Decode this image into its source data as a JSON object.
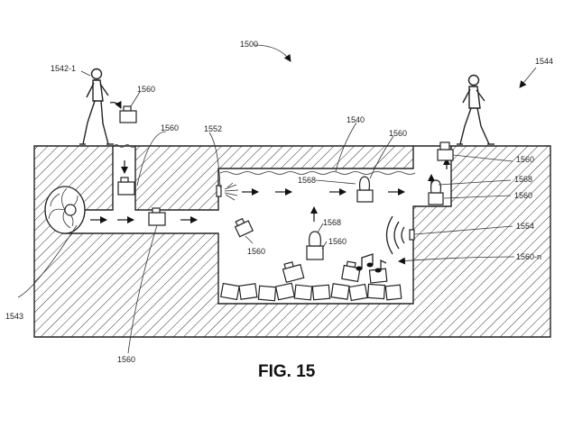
{
  "figure": {
    "caption": "FIG. 15",
    "system_ref": "1500"
  },
  "labels": {
    "person_left": "1542-1",
    "person_right": "1544",
    "package_top_left": "1560",
    "package_shaft": "1560",
    "nozzle": "1552",
    "water_surface": "1540",
    "package_floating": "1560",
    "package_right_upper": "1560",
    "sensor_right": "1568",
    "package_right_lower": "1560",
    "speaker": "1554",
    "package_pile": "1560-n",
    "sensor_mid": "1568",
    "package_mid": "1560",
    "package_falling": "1560",
    "sensor_upper": "1568",
    "fan": "1543",
    "package_tunnel": "1560"
  },
  "icons": {
    "fan": "fan-icon",
    "speaker_waves": "sound-waves-icon",
    "music": "music-notes-icon",
    "person": "walking-person-icon"
  }
}
